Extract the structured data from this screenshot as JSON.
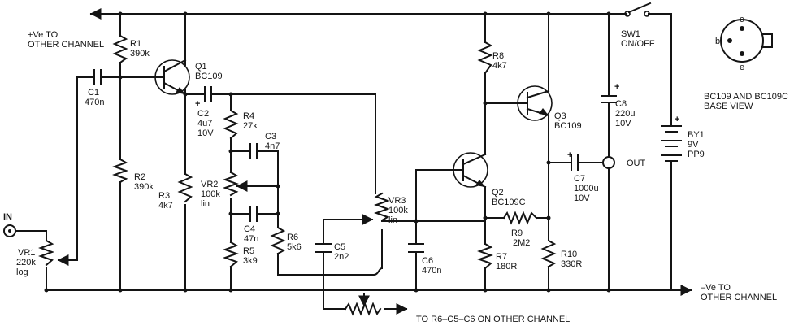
{
  "connections": {
    "pos_supply": [
      "+Ve TO",
      "OTHER CHANNEL"
    ],
    "neg_supply": [
      "–Ve TO",
      "OTHER CHANNEL"
    ],
    "input": "IN",
    "output": "OUT",
    "other_channel": "TO R6–C5–C6 ON OTHER CHANNEL"
  },
  "components": {
    "R1": [
      "R1",
      "390k"
    ],
    "R2": [
      "R2",
      "390k"
    ],
    "R3": [
      "R3",
      "4k7"
    ],
    "R4": [
      "R4",
      "27k"
    ],
    "R5": [
      "R5",
      "3k9"
    ],
    "R6": [
      "R6",
      "5k6"
    ],
    "R7": [
      "R7",
      "180R"
    ],
    "R8": [
      "R8",
      "4k7"
    ],
    "R9": [
      "R9",
      "2M2"
    ],
    "R10": [
      "R10",
      "330R"
    ],
    "C1": [
      "C1",
      "470n"
    ],
    "C2": [
      "C2",
      "4u7",
      "10V"
    ],
    "C3": [
      "C3",
      "4n7"
    ],
    "C4": [
      "C4",
      "47n"
    ],
    "C5": [
      "C5",
      "2n2"
    ],
    "C6": [
      "C6",
      "470n"
    ],
    "C7": [
      "C7",
      "1000u",
      "10V"
    ],
    "C8": [
      "C8",
      "220u",
      "10V"
    ],
    "VR1": [
      "VR1",
      "220k",
      "log"
    ],
    "VR2": [
      "VR2",
      "100k",
      "lin"
    ],
    "VR3": [
      "VR3",
      "100k",
      "lin"
    ],
    "Q1": [
      "Q1",
      "BC109"
    ],
    "Q2": [
      "Q2",
      "BC109C"
    ],
    "Q3": [
      "Q3",
      "BC109"
    ],
    "SW1": [
      "SW1",
      "ON/OFF"
    ],
    "BY1": [
      "BY1",
      "9V",
      "PP9"
    ]
  },
  "base_view": {
    "pins": [
      "c",
      "b",
      "e"
    ],
    "caption": [
      "BC109 AND BC109C",
      "BASE VIEW"
    ]
  },
  "symbols": {
    "plus": "+"
  }
}
